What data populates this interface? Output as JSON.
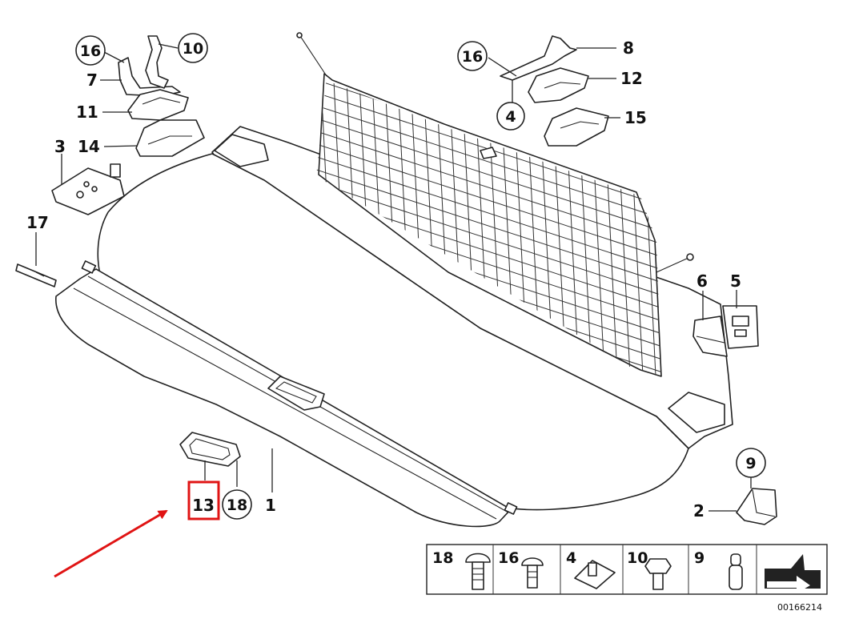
{
  "diagram": {
    "catalog_number": "00166214",
    "highlight_color": "#e01414",
    "callouts": {
      "c16_left": "16",
      "c10_left": "10",
      "c7": "7",
      "c11": "11",
      "c14": "14",
      "c3": "3",
      "c17": "17",
      "c16_right": "16",
      "c8": "8",
      "c12": "12",
      "c4_right": "4",
      "c15": "15",
      "c6": "6",
      "c5": "5",
      "c9": "9",
      "c2": "2",
      "c1": "1",
      "c13": "13",
      "c18": "18"
    },
    "legend": [
      "18",
      "16",
      "4",
      "10",
      "9"
    ]
  }
}
